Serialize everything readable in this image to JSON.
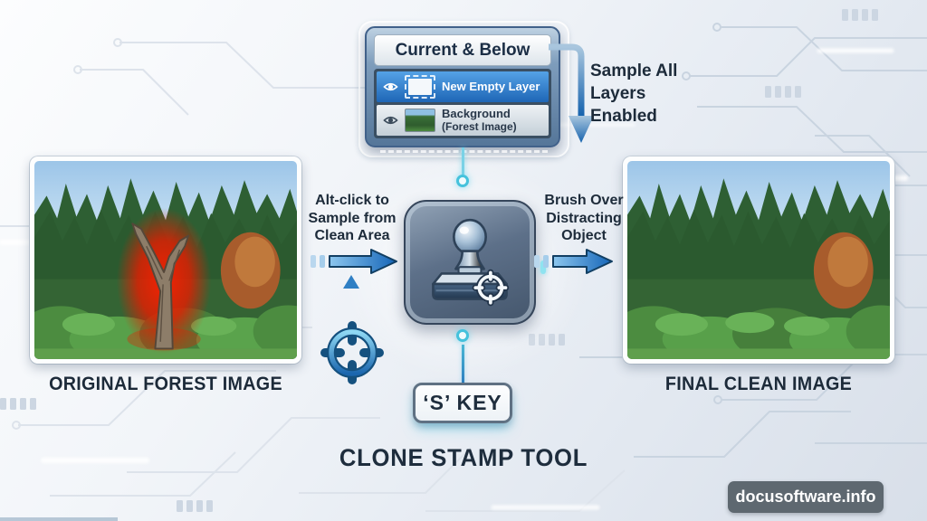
{
  "title": "CLONE STAMP TOOL",
  "watermark": "docusoftware.info",
  "panel": {
    "header": "Current & Below",
    "layer1": "New Empty Layer",
    "layer2_line1": "Background",
    "layer2_line2": "(Forest Image)"
  },
  "notes": {
    "sample_all": "Sample All\nLayers\nEnabled",
    "alt_click": "Alt-click to\nSample from\nClean Area",
    "brush_over": "Brush Over\nDistracting\nObject"
  },
  "labels": {
    "left_image": "ORIGINAL FOREST IMAGE",
    "right_image": "FINAL CLEAN IMAGE",
    "s_key": "‘S’ KEY"
  },
  "colors": {
    "accent_blue": "#2176c7",
    "selected_layer_blue": "#2b7fd4",
    "text_dark": "#1e2d3d",
    "highlight_red": "#e81c00",
    "cyan_glow": "#63d8ef",
    "panel_frame": "#557699"
  }
}
